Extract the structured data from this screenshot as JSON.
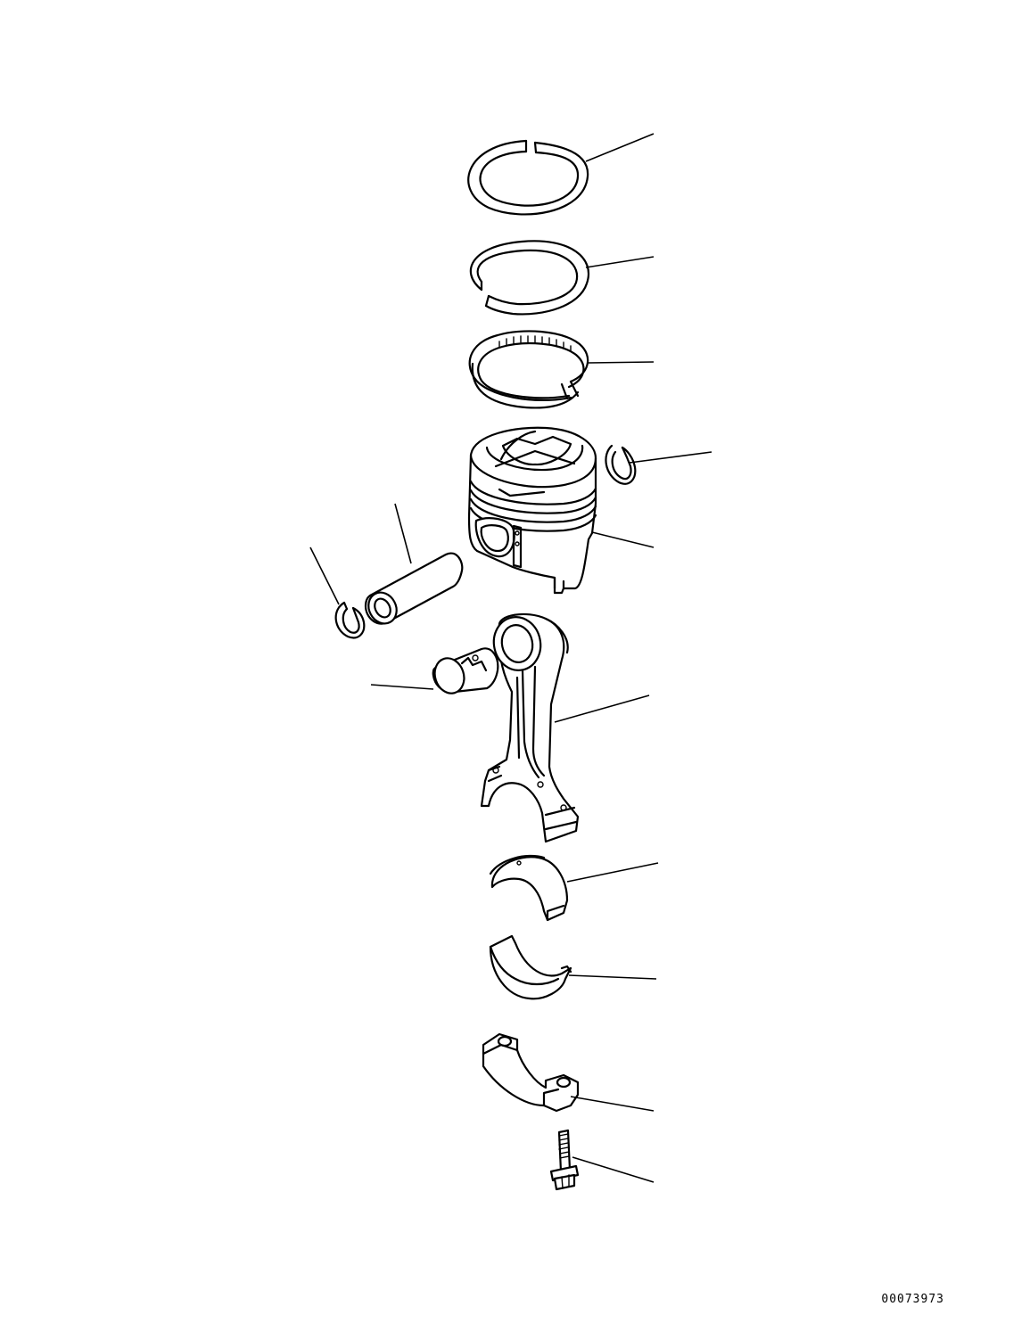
{
  "drawing_number": "00073973",
  "parts": [
    {
      "id": "top-compression-ring",
      "icon": "piston-ring-icon"
    },
    {
      "id": "second-compression-ring",
      "icon": "piston-ring-icon"
    },
    {
      "id": "oil-control-ring",
      "icon": "oil-ring-icon"
    },
    {
      "id": "snap-ring-right",
      "icon": "snap-ring-icon"
    },
    {
      "id": "piston",
      "icon": "piston-icon"
    },
    {
      "id": "piston-pin",
      "icon": "piston-pin-icon"
    },
    {
      "id": "snap-ring-left",
      "icon": "snap-ring-icon"
    },
    {
      "id": "small-end-bushing",
      "icon": "bushing-icon"
    },
    {
      "id": "connecting-rod",
      "icon": "connecting-rod-icon"
    },
    {
      "id": "upper-bearing-shell",
      "icon": "bearing-icon"
    },
    {
      "id": "lower-bearing-shell",
      "icon": "bearing-icon"
    },
    {
      "id": "rod-cap",
      "icon": "rod-cap-icon"
    },
    {
      "id": "rod-bolt",
      "icon": "bolt-icon"
    }
  ]
}
